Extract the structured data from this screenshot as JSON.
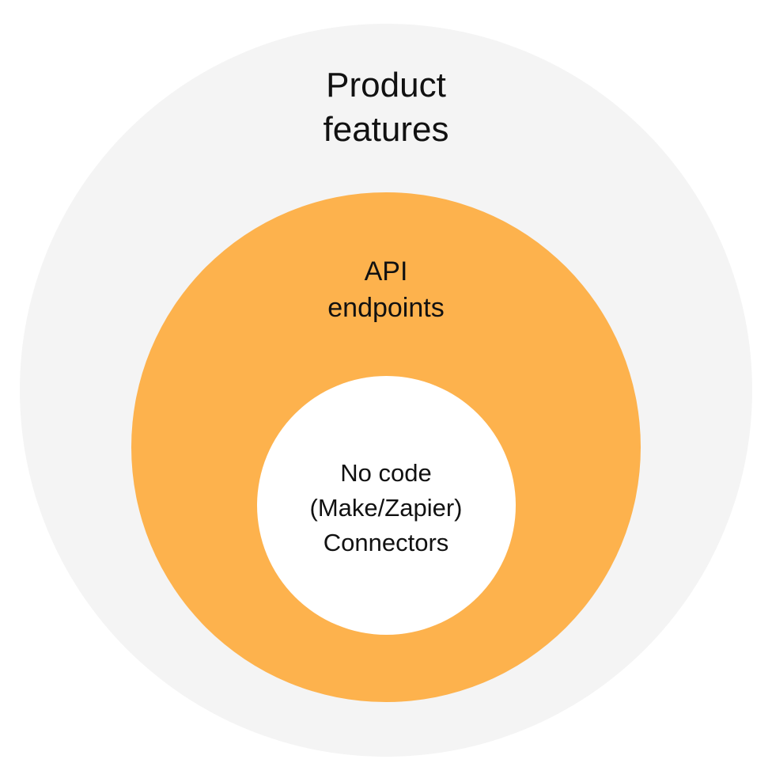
{
  "colors": {
    "outer_fill": "#F4F4F4",
    "middle_fill": "#FDB24D",
    "inner_fill": "#FFFFFF",
    "text": "#111111"
  },
  "circles": {
    "outer": {
      "lines": [
        "Product",
        "features"
      ]
    },
    "middle": {
      "lines": [
        "API",
        "endpoints"
      ]
    },
    "inner": {
      "lines": [
        "No code",
        "(Make/Zapier)",
        "Connectors"
      ]
    }
  }
}
